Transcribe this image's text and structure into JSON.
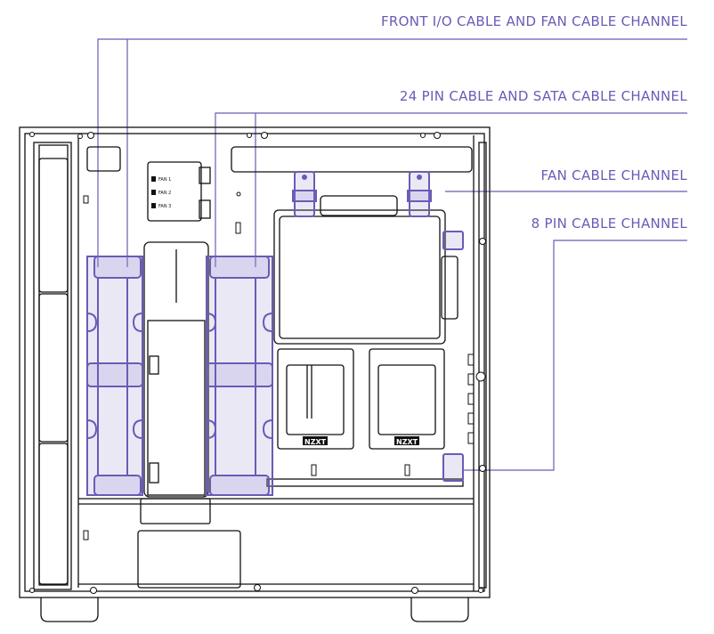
{
  "colors": {
    "accent": "#6b5bb5",
    "accent_fill": "#8e80cf",
    "line": "#111111",
    "background": "#ffffff"
  },
  "labels": {
    "front_io": "FRONT I/O CABLE AND FAN CABLE CHANNEL",
    "pin24_sata": "24 PIN CABLE AND SATA CABLE CHANNEL",
    "fan_channel": "FAN CABLE CHANNEL",
    "pin8": "8 PIN CABLE CHANNEL"
  },
  "case": {
    "brand_mark": "NZXT",
    "hub_ports": [
      "FAN 1",
      "FAN 2",
      "FAN 3"
    ]
  }
}
